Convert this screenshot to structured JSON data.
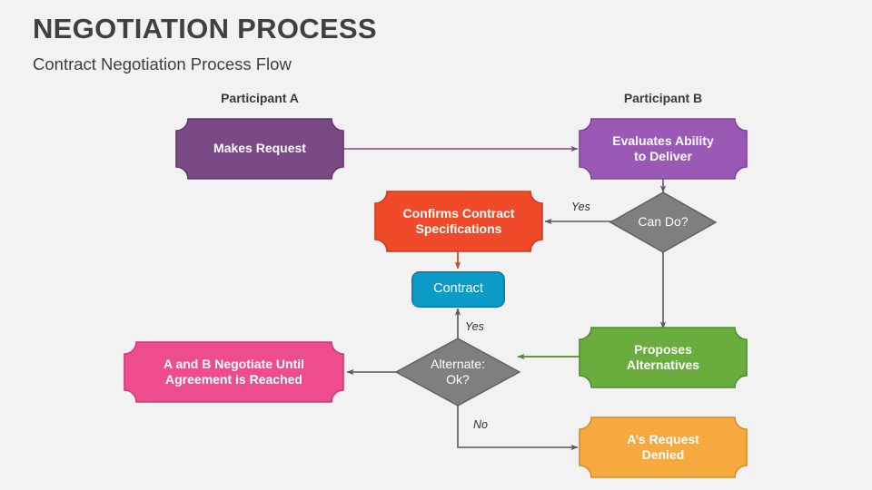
{
  "header": {
    "title": "NEGOTIATION PROCESS",
    "subtitle": "Contract Negotiation Process Flow"
  },
  "columns": [
    {
      "id": "participant-a",
      "label": "Participant A"
    },
    {
      "id": "participant-b",
      "label": "Participant B"
    }
  ],
  "nodes": [
    {
      "id": "makes-request",
      "label": "Makes Request",
      "shape": "card",
      "color": "#7A4A87",
      "stroke": "#5E3769",
      "text_color": "#ffffff"
    },
    {
      "id": "evaluates-ability",
      "label": "Evaluates Ability\nto Deliver",
      "shape": "card",
      "color": "#9B59B6",
      "stroke": "#7E4399",
      "text_color": "#ffffff"
    },
    {
      "id": "can-do",
      "label": "Can Do?",
      "shape": "diamond",
      "color": "#7F7F7F",
      "stroke": "#5F5F5F",
      "text_color": "#ffffff"
    },
    {
      "id": "confirms-contract-specifications",
      "label": "Confirms Contract\nSpecifications",
      "shape": "card",
      "color": "#EF4B2B",
      "stroke": "#C93A1E",
      "text_color": "#ffffff"
    },
    {
      "id": "contract",
      "label": "Contract",
      "shape": "rounded",
      "color": "#0C9BC7",
      "stroke": "#0A7FA3",
      "text_color": "#ffffff"
    },
    {
      "id": "proposes-alternatives",
      "label": "Proposes\nAlternatives",
      "shape": "card",
      "color": "#6AAC3D",
      "stroke": "#558B30",
      "text_color": "#ffffff"
    },
    {
      "id": "alternate-ok",
      "label": "Alternate:\nOk?",
      "shape": "diamond",
      "color": "#7F7F7F",
      "stroke": "#5F5F5F",
      "text_color": "#ffffff"
    },
    {
      "id": "negotiate-until-agreement",
      "label": "A and B Negotiate Until\nAgreement is Reached",
      "shape": "card",
      "color": "#ED4C8D",
      "stroke": "#CC3B74",
      "text_color": "#ffffff"
    },
    {
      "id": "request-denied",
      "label": "A’s Request\nDenied",
      "shape": "card",
      "color": "#F5A93F",
      "stroke": "#D58D28",
      "text_color": "#ffffff"
    }
  ],
  "edges": [
    {
      "id": "makes-request-to-evaluates",
      "from": "makes-request",
      "to": "evaluates-ability",
      "label": "",
      "color": "#7A4A87"
    },
    {
      "id": "evaluates-to-can-do",
      "from": "evaluates-ability",
      "to": "can-do",
      "label": "",
      "color": "#7A4A87"
    },
    {
      "id": "can-do-yes-to-confirms",
      "from": "can-do",
      "to": "confirms-contract-specifications",
      "label": "Yes",
      "color": "#595959"
    },
    {
      "id": "confirms-to-contract",
      "from": "confirms-contract-specifications",
      "to": "contract",
      "label": "",
      "color": "#D8401F"
    },
    {
      "id": "can-do-no-to-proposes",
      "from": "can-do",
      "to": "proposes-alternatives",
      "label": "",
      "color": "#595959"
    },
    {
      "id": "proposes-to-alternate",
      "from": "proposes-alternatives",
      "to": "alternate-ok",
      "label": "",
      "color": "#4C8B1F"
    },
    {
      "id": "alternate-yes-to-contract",
      "from": "alternate-ok",
      "to": "contract",
      "label": "Yes",
      "color": "#595959"
    },
    {
      "id": "alternate-to-negotiate",
      "from": "alternate-ok",
      "to": "negotiate-until-agreement",
      "label": "",
      "color": "#595959"
    },
    {
      "id": "alternate-no-to-denied",
      "from": "alternate-ok",
      "to": "request-denied",
      "label": "No",
      "color": "#595959"
    }
  ],
  "background_color": "#f2f2f2"
}
